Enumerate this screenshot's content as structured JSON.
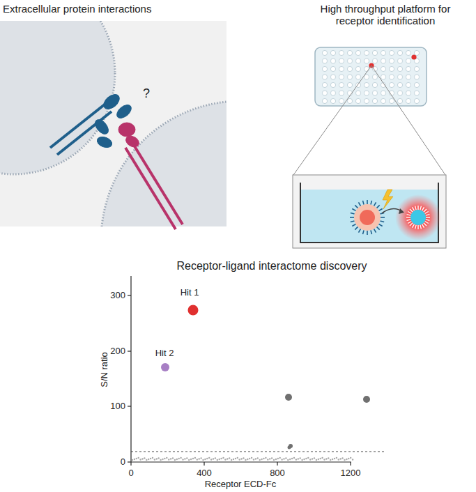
{
  "diagram": {
    "labels": [
      "Extracellular protein interactions",
      "High throughput platform for receptor identification",
      "?",
      "Receptor-ligand interactome discovery",
      "Hit 1",
      "Hit 2",
      "S/N ratio",
      "Receptor ECD-Fc",
      "300",
      "200",
      "100",
      "0",
      "0",
      "400",
      "800",
      "1200"
    ]
  }
}
